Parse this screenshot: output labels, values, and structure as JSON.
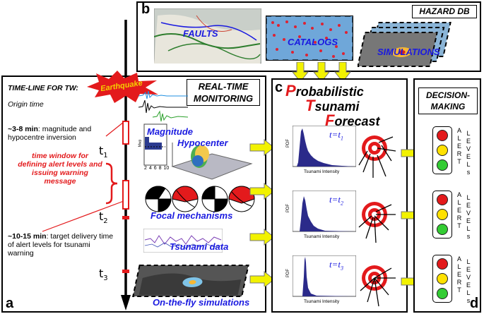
{
  "panels": {
    "a": "a",
    "b": "b",
    "c": "c",
    "d": "d"
  },
  "hazard_db": {
    "title": "HAZARD DB",
    "faults": "FAULTS",
    "catalogs": "CATALOGS",
    "simulations": "SIMULATIONS"
  },
  "timeline": {
    "heading": "TIME-LINE FOR TW:",
    "origin": "Origin time",
    "earthquake": "Earthquake",
    "step1": "~3-8 min: magnitude and hypocentre inversion",
    "step1_bold": "~3-8 min",
    "step1_rest": ": magnitude and hypocentre inversion",
    "window": "time window for defining alert levels and issuing warning message",
    "step2_bold": "~10-15 min",
    "step2_rest": ": target delivery time of alert levels for tsunami warning",
    "t1": "t",
    "t1_sub": "1",
    "t2": "t",
    "t2_sub": "2",
    "t3": "t",
    "t3_sub": "3"
  },
  "monitoring": {
    "title_line1": "REAL-TIME",
    "title_line2": "MONITORING",
    "magnitude": "Magnitude",
    "hypocenter": "Hypocenter",
    "focal": "Focal mechanisms",
    "tsunami_data": "Tsunami data",
    "onthefly": "On-the-fly simulations",
    "mag_axis": "Mwp",
    "mag_ticks": [
      "2",
      "4",
      "6",
      "8",
      "10"
    ]
  },
  "forecast": {
    "title_p": "P",
    "title_p_rest": "robabilistic",
    "title_t": "T",
    "title_t_rest": "sunami",
    "title_f": "F",
    "title_f_rest": "orecast",
    "pdf_label": "PDF",
    "x_label": "Tsunami Intensity",
    "times": [
      "t=t",
      "t=t",
      "t=t"
    ],
    "time_subs": [
      "1",
      "2",
      "3"
    ]
  },
  "decision": {
    "title_line1": "DECISION-",
    "title_line2": "MAKING",
    "alert_letters": [
      "A",
      "L",
      "E",
      "R",
      "T"
    ],
    "levels_letters": [
      "L",
      "E",
      "V",
      "E",
      "L",
      "s"
    ],
    "colors": {
      "red": "#e31a1c",
      "yellow": "#ffe100",
      "green": "#33cc33",
      "arrow": "#f2f200",
      "blue": "#1a1ae0"
    }
  }
}
